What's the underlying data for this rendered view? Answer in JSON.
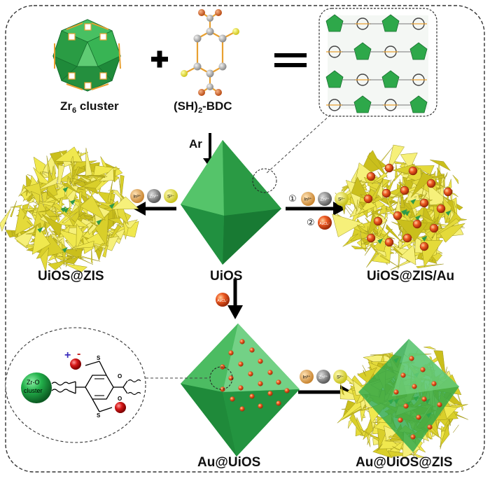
{
  "labels": {
    "zr_cluster_main": "Zr",
    "zr_cluster_sub": "6",
    "zr_cluster_rest": " cluster",
    "linker_pre": "(SH)",
    "linker_sub": "2",
    "linker_rest": "-BDC",
    "ar": "Ar",
    "uios": "UiOS",
    "uios_zis": "UiOS@ZIS",
    "uios_zis_au": "UiOS@ZIS/Au",
    "au_uios": "Au@UiOS",
    "au_uios_zis": "Au@UiOS@ZIS",
    "zro_line1": "Zr-O",
    "zro_line2": "cluster",
    "plus": "+",
    "minus": "-",
    "step1": "①",
    "step2": "②"
  },
  "ions": {
    "in": "In³⁺",
    "zn": "Zn²⁺",
    "s": "S²⁻",
    "au": "AuCl₄⁻"
  },
  "colors": {
    "green": "#2ea84a",
    "green_dark": "#1d7a33",
    "yellow": "#e9e24a",
    "yellow_dark": "#b3a91e",
    "red": "#e24a1e",
    "orange_atom": "#d9662a",
    "ion_in": "#e8a64a",
    "ion_zn": "#8c8c8c",
    "ion_s": "#eeea3a"
  }
}
